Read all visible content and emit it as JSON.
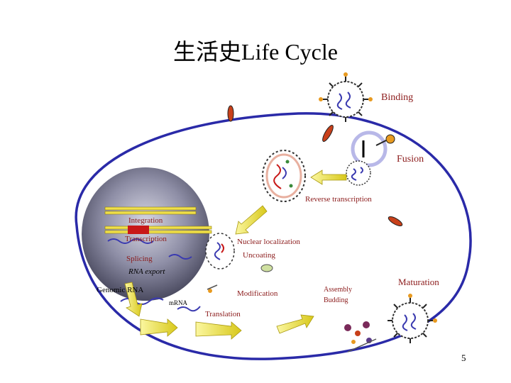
{
  "slide": {
    "title": "生活史Life Cycle",
    "page_number": "5"
  },
  "labels": {
    "binding": "Binding",
    "fusion": "Fusion",
    "reverse_transcription": "Reverse transcription",
    "integration": "Integration",
    "transcription": "Transcription",
    "splicing": "Splicing",
    "rna_export": "RNA export",
    "nuclear_localization": "Nuclear localization",
    "uncoating": "Uncoating",
    "genomic_rna": "Genomic RNA",
    "mrna": "mRNA",
    "modification": "Modification",
    "translation": "Translation",
    "assembly": "Assembly",
    "budding": "Budding",
    "maturation": "Maturation"
  },
  "colors": {
    "cell_membrane": "#2a2aa8",
    "arrow": "#e8e020",
    "label_red": "#8b1a1a",
    "nucleus": "#7e7e94",
    "dna_band": "#f0e04a"
  }
}
